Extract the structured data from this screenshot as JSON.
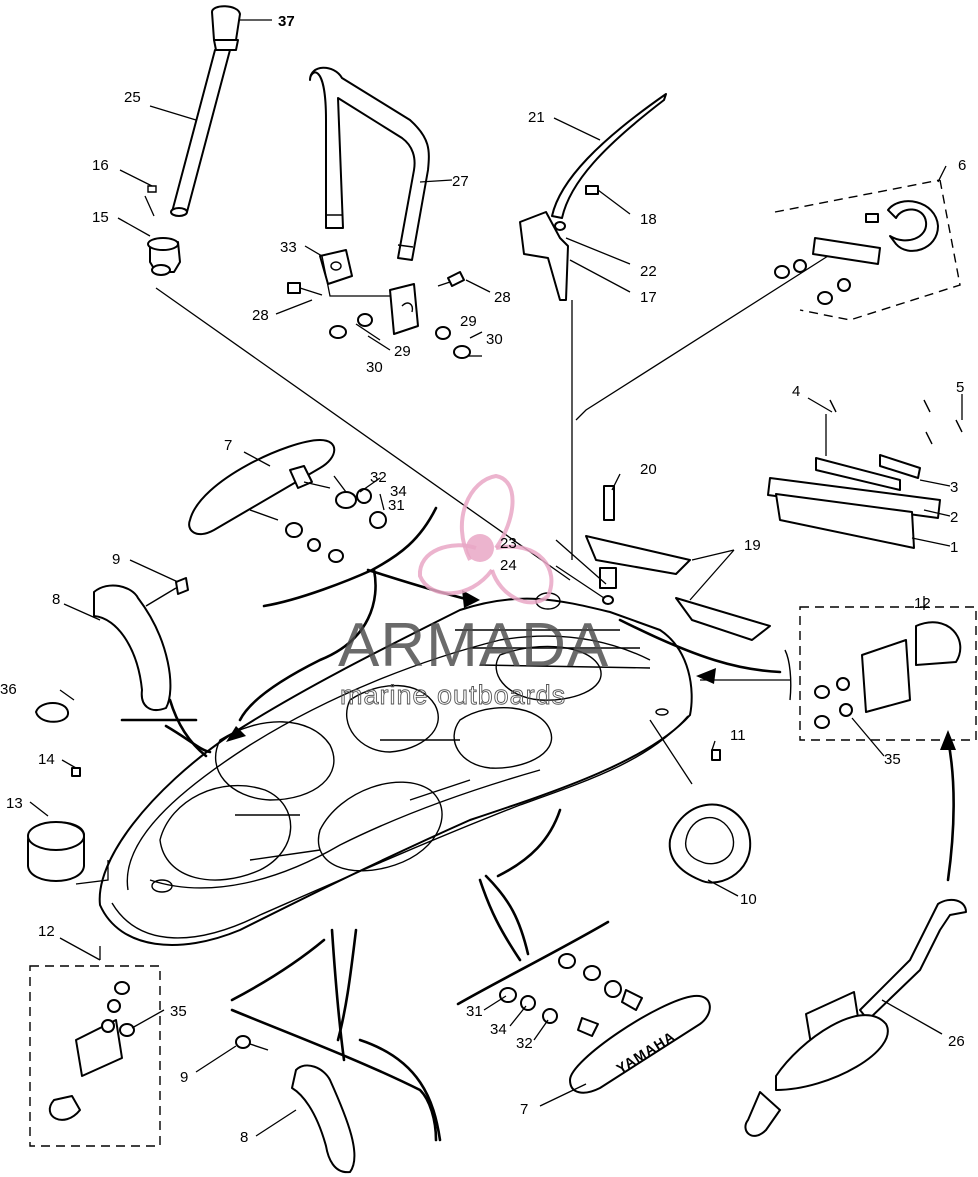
{
  "diagram": {
    "callouts": {
      "c1": "1",
      "c2": "2",
      "c3": "3",
      "c4": "4",
      "c5": "5",
      "c6": "6",
      "c7a": "7",
      "c7b": "7",
      "c8a": "8",
      "c8b": "8",
      "c9a": "9",
      "c9b": "9",
      "c10": "10",
      "c11": "11",
      "c12a": "12",
      "c12b": "12",
      "c13": "13",
      "c14": "14",
      "c15": "15",
      "c16": "16",
      "c17": "17",
      "c18": "18",
      "c19": "19",
      "c20": "20",
      "c21": "21",
      "c22": "22",
      "c23": "23",
      "c24": "24",
      "c25": "25",
      "c26": "26",
      "c27": "27",
      "c28a": "28",
      "c28b": "28",
      "c29a": "29",
      "c29b": "29",
      "c30a": "30",
      "c30b": "30",
      "c31a": "31",
      "c31b": "31",
      "c32a": "32",
      "c32b": "32",
      "c33": "33",
      "c34a": "34",
      "c34b": "34",
      "c35a": "35",
      "c35b": "35",
      "c36": "36",
      "c37": "37"
    },
    "grip_brand": "YAMAHA"
  },
  "watermark": {
    "brand": "ARMADA",
    "tagline": "marine outboards",
    "logo_color": "#e9a7c6"
  }
}
